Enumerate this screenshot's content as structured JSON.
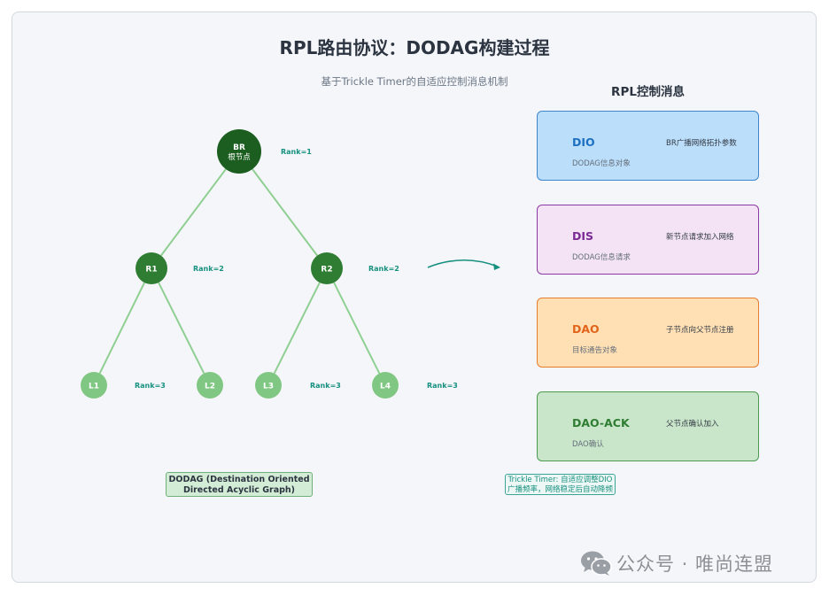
{
  "title": "RPL路由协议：DODAG构建过程",
  "subtitle": "基于Trickle Timer的自适应控制消息机制",
  "panel_title": "RPL控制消息",
  "nodes": [
    {
      "id": "BR",
      "line1": "BR",
      "line2": "根节点",
      "rank": "Rank=1",
      "level": 1
    },
    {
      "id": "R1",
      "line1": "R1",
      "rank": "Rank=2",
      "level": 2
    },
    {
      "id": "R2",
      "line1": "R2",
      "rank": "Rank=2",
      "level": 2
    },
    {
      "id": "L1",
      "line1": "L1",
      "rank": "Rank=3",
      "level": 3
    },
    {
      "id": "L2",
      "line1": "L2",
      "level": 3
    },
    {
      "id": "L3",
      "line1": "L3",
      "rank": "Rank=3",
      "level": 3
    },
    {
      "id": "L4",
      "line1": "L4",
      "rank": "Rank=3",
      "level": 3
    }
  ],
  "edges": [
    [
      "BR",
      "R1"
    ],
    [
      "BR",
      "R2"
    ],
    [
      "R1",
      "L1"
    ],
    [
      "R1",
      "L2"
    ],
    [
      "R2",
      "L3"
    ],
    [
      "R2",
      "L4"
    ]
  ],
  "messages": [
    {
      "name": "DIO",
      "desc": "BR广播网络拓扑参数",
      "sub": "DODAG信息对象",
      "fill": "#bbdefa",
      "border": "#3d85cd",
      "text": "#1d6fc2"
    },
    {
      "name": "DIS",
      "desc": "新节点请求加入网络",
      "sub": "DODAG信息请求",
      "fill": "#f3e3f4",
      "border": "#8c3aa3",
      "text": "#7a2a94"
    },
    {
      "name": "DAO",
      "desc": "子节点向父节点注册",
      "sub": "目标通告对象",
      "fill": "#ffe0b5",
      "border": "#e67c2e",
      "text": "#e2631a"
    },
    {
      "name": "DAO-ACK",
      "desc": "父节点确认加入",
      "sub": "DAO确认",
      "fill": "#c9e6ca",
      "border": "#4c9a50",
      "text": "#2f7d32"
    }
  ],
  "notes": {
    "dodag_line1": "DODAG (Destination Oriented",
    "dodag_line2": "Directed Acyclic Graph)",
    "trickle_line1": "Trickle Timer: 自适应调整DIO",
    "trickle_line2": "广播频率，网络稳定后自动降频"
  },
  "watermark": "公众号 · 唯尚连盟",
  "colors": {
    "level1": "#1b5e20",
    "level2": "#2e7d32",
    "level3": "#81c784",
    "edge": "#8fcf91",
    "rank_text": "#16907f",
    "arrow": "#16907f"
  }
}
